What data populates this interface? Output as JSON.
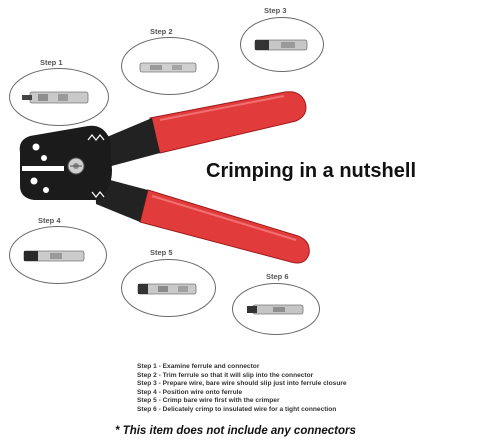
{
  "headline": "Crimping in a nutshell",
  "steps": [
    {
      "label": "Step 1"
    },
    {
      "label": "Step 2"
    },
    {
      "label": "Step 3"
    },
    {
      "label": "Step 4"
    },
    {
      "label": "Step 5"
    },
    {
      "label": "Step 6"
    }
  ],
  "instructions": [
    "Step 1 - Examine ferrule and connector",
    "Step 2 - Trim ferrule so that it will slip into the connector",
    "Step 3 - Prepare wire, bare wire should slip just into ferrule closure",
    "Step 4 - Position wire onto ferrule",
    "Step 5 - Crimp bare wire first with the crimper",
    "Step 6 - Delicately crimp to insulated wire for a tight connection"
  ],
  "disclaimer": "* This item does not include any connectors",
  "colors": {
    "handle": "#e23b3b",
    "handle_dark": "#b62020",
    "jaw": "#1b1b1b",
    "oval_border": "#6a6a6a"
  },
  "icons": [
    "crimping-tool-icon",
    "connector-photo-icon"
  ]
}
